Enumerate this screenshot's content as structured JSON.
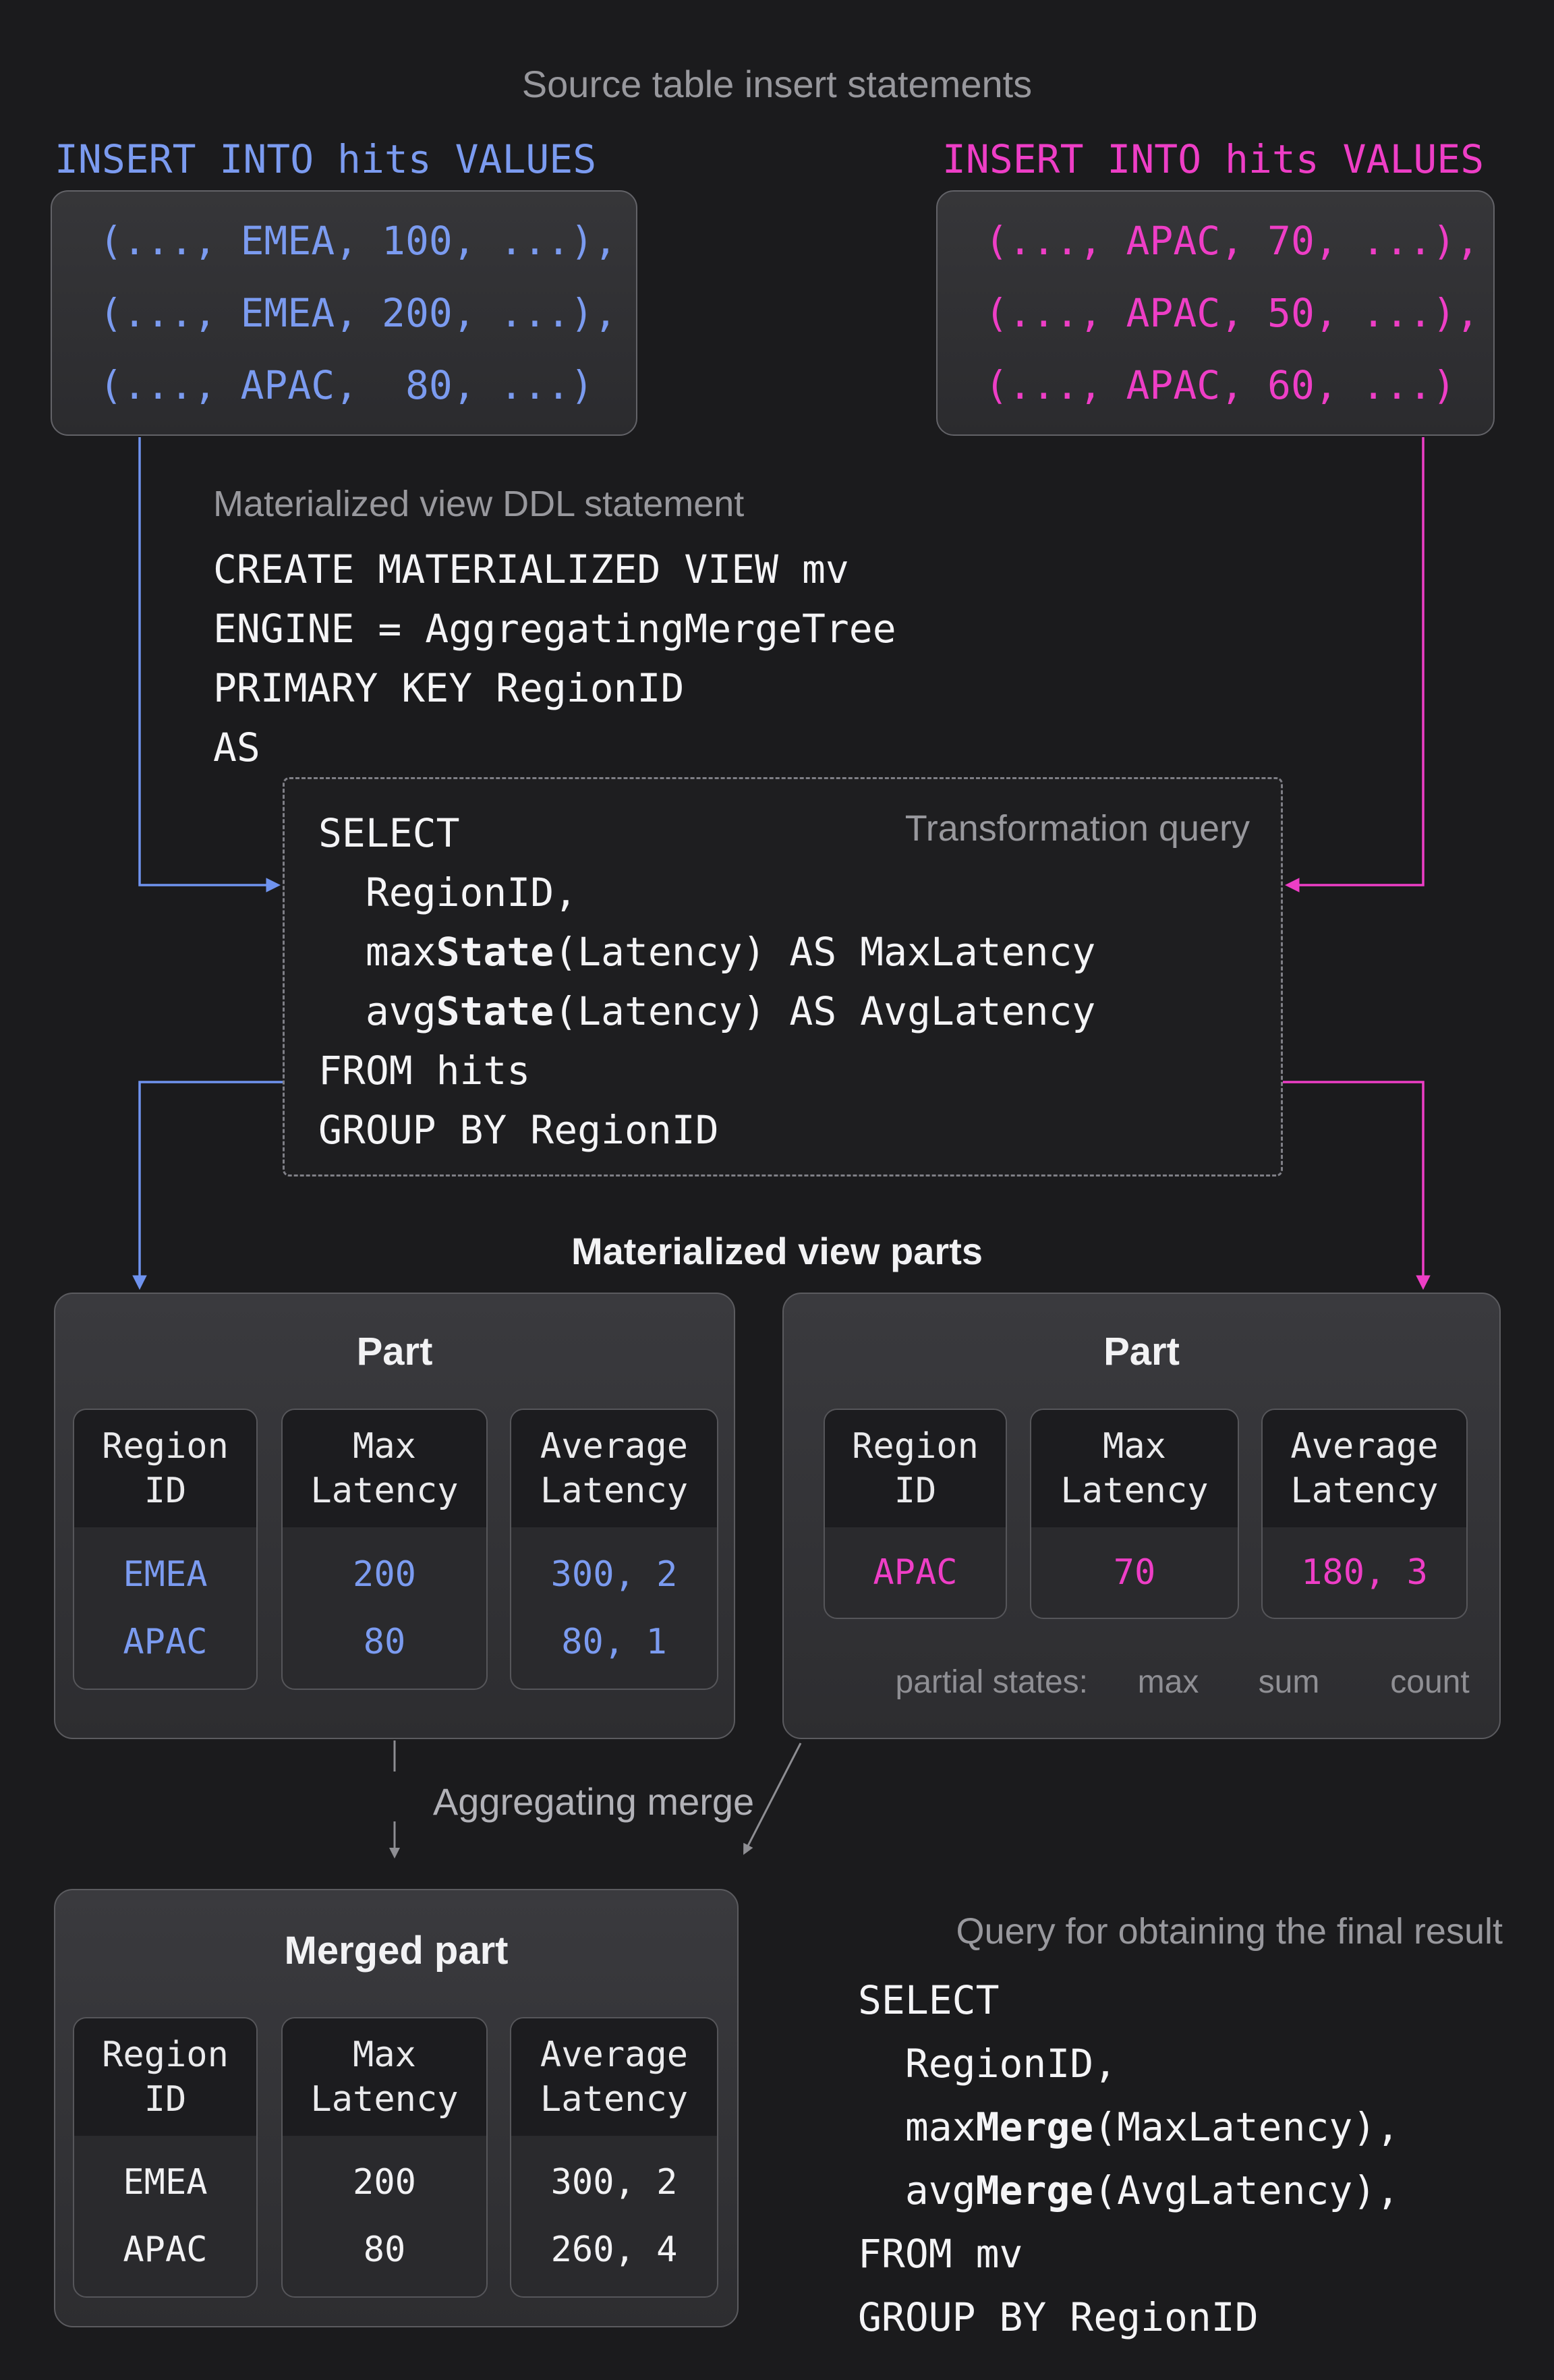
{
  "colors": {
    "bg": "#1b1b1d",
    "blue": "#7b9bf0",
    "pink": "#ee3ec6",
    "code": "#f4f4f6",
    "gray": "#98989d",
    "graylight": "#aeaeb4",
    "graydim": "#8f8f94",
    "arrowgray": "#8e8e93"
  },
  "header": {
    "title": "Source table insert statements"
  },
  "inserts": {
    "left": {
      "statement": "INSERT INTO hits VALUES",
      "rows": [
        "(..., EMEA, 100, ...),",
        "(..., EMEA, 200, ...),",
        "(..., APAC,  80, ...)"
      ]
    },
    "right": {
      "statement": "INSERT INTO hits VALUES",
      "rows": [
        "(..., APAC, 70, ...),",
        "(..., APAC, 50, ...),",
        "(..., APAC, 60, ...)"
      ]
    }
  },
  "ddl": {
    "label": "Materialized view DDL statement",
    "lines": [
      "CREATE MATERIALIZED VIEW mv",
      "ENGINE = AggregatingMergeTree",
      "PRIMARY KEY RegionID",
      "AS"
    ]
  },
  "transformation_query": {
    "label": "Transformation query",
    "l1": "SELECT",
    "l2": "  RegionID,",
    "l3": {
      "pre": "  max",
      "bold": "State",
      "post": "(Latency) AS MaxLatency"
    },
    "l4": {
      "pre": "  avg",
      "bold": "State",
      "post": "(Latency) AS AvgLatency"
    },
    "l5": "FROM hits",
    "l6": "GROUP BY RegionID"
  },
  "parts": {
    "section_label": "Materialized view parts",
    "left": {
      "title": "Part",
      "columns": [
        {
          "h1": "Region",
          "h2": "ID",
          "values": [
            "EMEA",
            "APAC"
          ]
        },
        {
          "h1": "Max",
          "h2": "Latency",
          "values": [
            "200",
            "80"
          ]
        },
        {
          "h1": "Average",
          "h2": "Latency",
          "values": [
            "300, 2",
            "80, 1"
          ]
        }
      ]
    },
    "right": {
      "title": "Part",
      "columns": [
        {
          "h1": "Region",
          "h2": "ID",
          "values": [
            "APAC"
          ]
        },
        {
          "h1": "Max",
          "h2": "Latency",
          "values": [
            "70"
          ]
        },
        {
          "h1": "Average",
          "h2": "Latency",
          "values": [
            "180, 3"
          ]
        }
      ],
      "caption": {
        "prefix": "partial states:",
        "labels": [
          "max",
          "sum",
          "count"
        ]
      }
    }
  },
  "merge": {
    "label": "Aggregating merge"
  },
  "merged_part": {
    "title": "Merged part",
    "columns": [
      {
        "h1": "Region",
        "h2": "ID",
        "values": [
          "EMEA",
          "APAC"
        ]
      },
      {
        "h1": "Max",
        "h2": "Latency",
        "values": [
          "200",
          "80"
        ]
      },
      {
        "h1": "Average",
        "h2": "Latency",
        "values": [
          "300, 2",
          "260, 4"
        ]
      }
    ]
  },
  "final_query": {
    "label": "Query for obtaining the final result",
    "l1": "SELECT",
    "l2": "  RegionID,",
    "l3": {
      "pre": "  max",
      "bold": "Merge",
      "post": "(MaxLatency),"
    },
    "l4": {
      "pre": "  avg",
      "bold": "Merge",
      "post": "(AvgLatency),"
    },
    "l5": "FROM mv",
    "l6": "GROUP BY RegionID"
  }
}
